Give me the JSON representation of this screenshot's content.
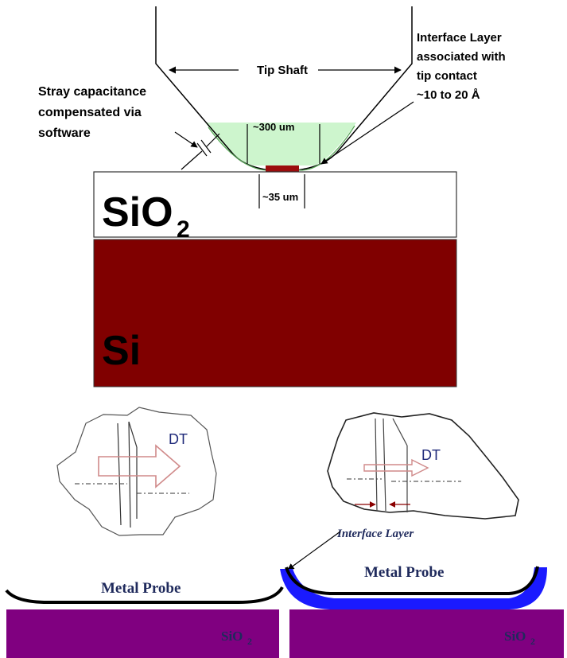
{
  "top_diagram": {
    "tip_shaft_label": "Tip Shaft",
    "interface_label_lines": [
      "Interface Layer",
      "associated with",
      "tip contact",
      "~10 to 20 Å"
    ],
    "stray_label_lines": [
      "Stray capacitance",
      "compensated via",
      "software"
    ],
    "width_300_label": "~300 um",
    "width_35_label": "~35 um",
    "oxide_label": "SiO",
    "oxide_subscript": "2",
    "silicon_label": "Si"
  },
  "bottom_left": {
    "dt_label": "DT",
    "probe_label": "Metal Probe",
    "oxide_label": "SiO",
    "oxide_subscript": "2"
  },
  "bottom_right": {
    "dt_label": "DT",
    "interface_label": "Interface Layer",
    "probe_label": "Metal Probe",
    "oxide_label": "SiO",
    "oxide_subscript": "2"
  },
  "colors": {
    "silicon": "#800000",
    "oxide_fill": "#ffffff",
    "contact_zone": "#cdf5cd",
    "contact_pad": "#9b0d0d",
    "substrate_purple": "#800080",
    "interface_blue": "#1a1aff",
    "probe_text": "#1f2a5c",
    "dt_text": "#1f2a7a",
    "grain_arrow": "#d08a8a"
  }
}
